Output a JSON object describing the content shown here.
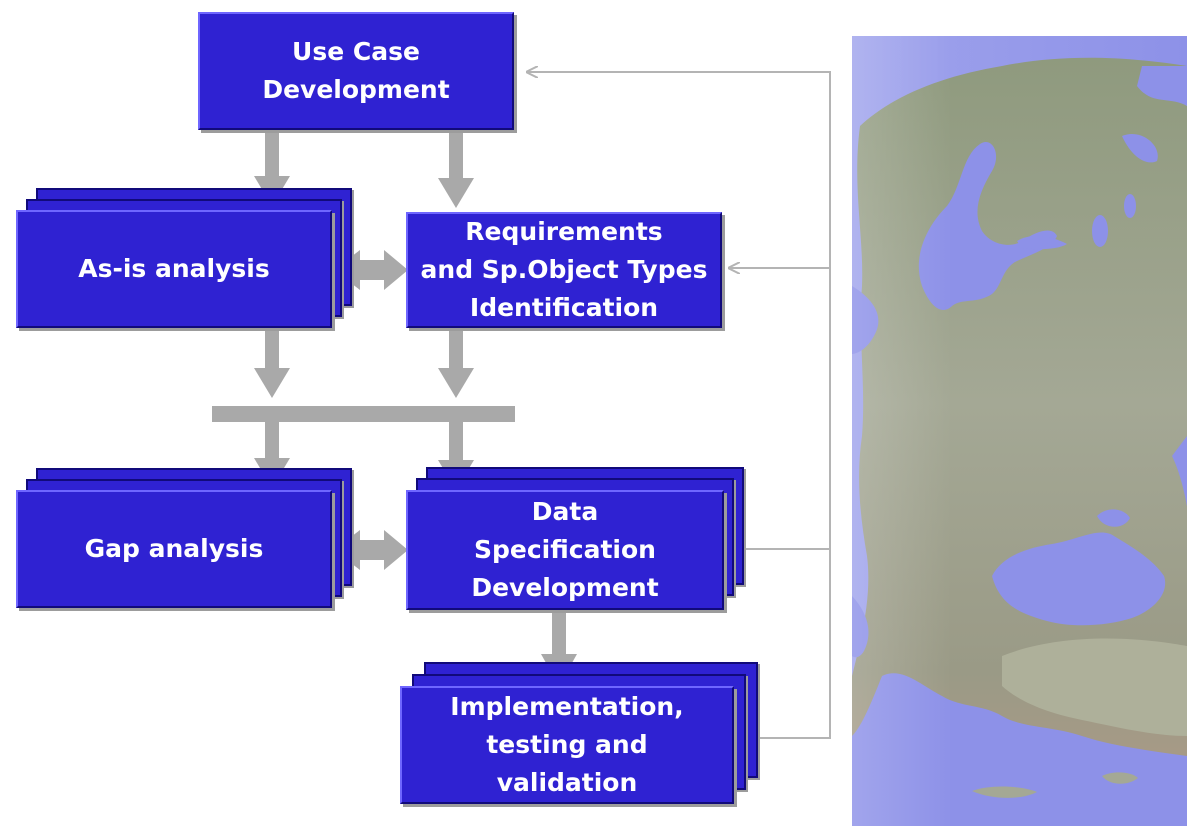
{
  "diagram": {
    "nodes": {
      "use_case": "Use Case\nDevelopment",
      "as_is": "As-is analysis",
      "requirements": "Requirements\nand Sp.Object Types\nIdentification",
      "gap": "Gap analysis",
      "data_spec": "Data\nSpecification\nDevelopment",
      "implementation": "Implementation,\ntesting and\nvalidation"
    },
    "colors": {
      "box_fill": "#2f22d2",
      "arrow_gray": "#a9a9a9",
      "feedback_line": "#b4b4b4",
      "sea": "#8d91e8"
    }
  },
  "map": {
    "icon": "satellite-map-europe"
  }
}
